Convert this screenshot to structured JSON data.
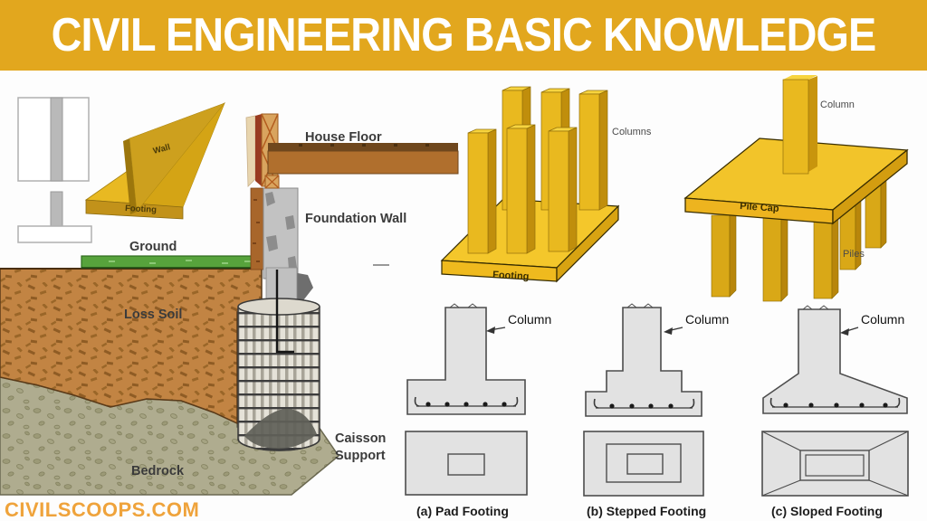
{
  "header": {
    "title": "CIVIL ENGINEERING BASIC KNOWLEDGE"
  },
  "watermark": "CIVILSCOOPS.COM",
  "strip_footing_diagram": {
    "wall_label": "Wall",
    "footing_label": "Footing"
  },
  "house_diagram": {
    "house_floor_label": "House Floor",
    "foundation_wall_label": "Foundation Wall",
    "ground_label": "Ground",
    "loss_soil_label": "Loss Soil",
    "bedrock_label": "Bedrock",
    "caisson_label_line1": "Caisson",
    "caisson_label_line2": "Support"
  },
  "column_footing_diagram": {
    "columns_label": "Columns",
    "footing_label": "Footing"
  },
  "pile_foundation_diagram": {
    "column_label": "Column",
    "pile_cap_label": "Pile Cap",
    "piles_label": "Piles"
  },
  "footing_types": [
    {
      "column_label": "Column",
      "caption": "(a) Pad Footing"
    },
    {
      "column_label": "Column",
      "caption": "(b) Stepped Footing"
    },
    {
      "column_label": "Column",
      "caption": "(c) Sloped Footing"
    }
  ],
  "colors": {
    "banner_bg": "#E2A71E",
    "banner_text": "#FFFFFF",
    "accent_yellow": "#F2C42A",
    "soil": "#C28443",
    "bedrock": "#AFAC8F",
    "grass": "#57A33C",
    "watermark": "#EFA33B"
  }
}
